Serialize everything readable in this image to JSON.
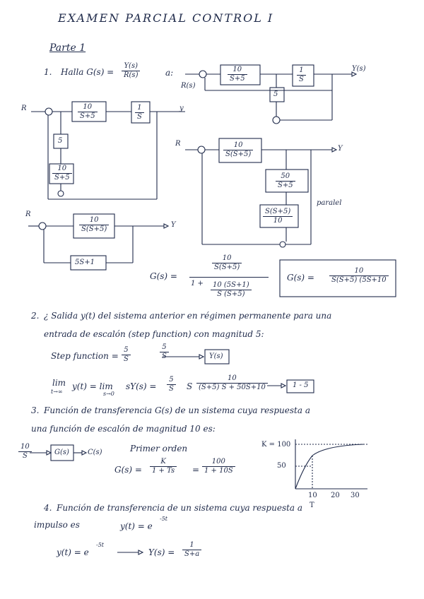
{
  "header": {
    "title": "EXAMEN PARCIAL",
    "subject": "CONTROL I"
  },
  "part": "Parte 1",
  "q1": {
    "label": "1.",
    "prompt": "Halla G(s) =",
    "ratio_num": "Y(s)",
    "ratio_den": "R(s)",
    "marker": "a:",
    "diagram_a": {
      "input": "R(s)",
      "output": "Y(s)",
      "b1_num": "10",
      "b1_den": "S+5",
      "b2_num": "1",
      "b2_den": "S",
      "b3": "5"
    },
    "diagram_b": {
      "input": "R",
      "output": "y",
      "b1_num": "10",
      "b1_den": "S+5",
      "b2_num": "1",
      "b2_den": "S",
      "b3": "5",
      "b4_num": "10",
      "b4_den": "S+5"
    },
    "diagram_c": {
      "input": "R",
      "output": "Y",
      "b1_num": "10",
      "b1_den": "S(S+5)",
      "b2_num": "50",
      "b2_den": "S+5",
      "b3_num": "S(S+5)",
      "b3_den": "10",
      "note": "paralel"
    },
    "diagram_d": {
      "input": "R",
      "output": "Y",
      "b1_num": "10",
      "b1_den": "S(S+5)",
      "feedback": "5S+1"
    },
    "result_label": "G(s) =",
    "res_top_num": "10",
    "res_top_den": "S(S+5)",
    "res_bot_num": "10 (5S+1)",
    "res_bot_den": "S (S+5)",
    "res_one": "1 +",
    "final": "G(s) =",
    "final_num": "10",
    "final_den": "S(S+5) (5S+10"
  },
  "q2": {
    "label": "2.",
    "text1": "¿ Salida y(t) del sistema anterior en régimen permanente para una",
    "text2": "entrada de escalón (step function) con magnitud 5:",
    "step_label": "Step function =",
    "step_num": "5",
    "step_den": "S",
    "step_arrow_num": "5",
    "step_arrow_den": "S",
    "block": "Y(s)",
    "lim_prefix": "lim",
    "lim_sub1": "t→∞",
    "lim_mid": "y(t) = lim",
    "lim_sub2": "s→0",
    "lim_rest": "sY(s) =",
    "lim_frac_num": "5",
    "lim_frac_den": "S",
    "lim_s": "S",
    "lim_big_num": "10",
    "lim_big_den": "(S+5) S + 50S+10",
    "answer": "1 - 5"
  },
  "q3": {
    "label": "3.",
    "text1": "Función de transferencia G(s) de un sistema cuya respuesta a",
    "text2": "una función de escalón de magnitud 10 es:",
    "in_num": "10",
    "in_den": "S",
    "block": "G(s)",
    "out": "C(s)",
    "order": "Primer orden",
    "g_label": "G(s) =",
    "g1_num": "K",
    "g1_den": "1 + Ts",
    "g2_num": "100",
    "g2_den": "1 + 10S",
    "plot": {
      "k_label": "K = 100",
      "y_mid": "50",
      "x_ticks": [
        "10",
        "20",
        "30"
      ],
      "t_label": "T"
    }
  },
  "q4": {
    "label": "4.",
    "text1": "Función de transferencia de un sistema cuya respuesta a",
    "text2": "impulso es",
    "resp": "y(t) = e",
    "resp_exp": "-5t",
    "y_label": "y(t) = e",
    "y_exp": "-5t",
    "Y_label": "Y(s) =",
    "Y_num": "1",
    "Y_den": "S+a"
  }
}
